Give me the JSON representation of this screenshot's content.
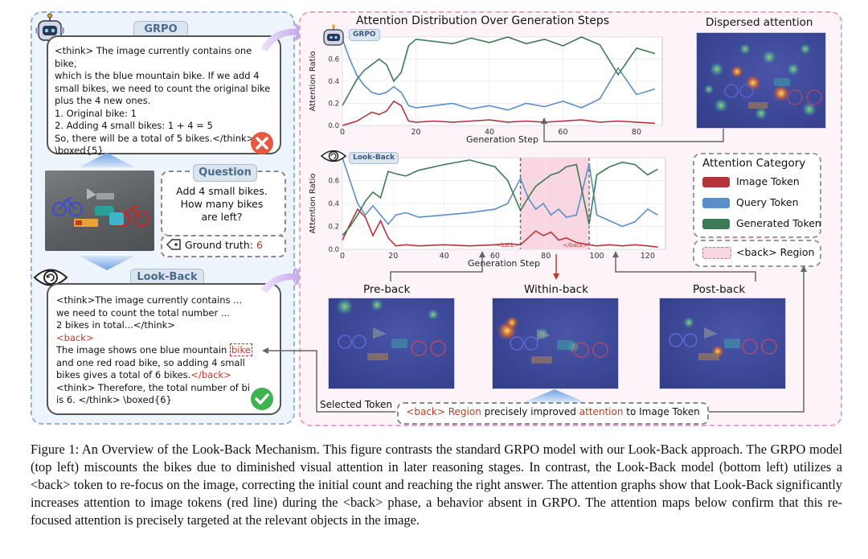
{
  "grpo_panel": {
    "title": "GRPO",
    "reasoning": "<think> The image currently contains one bike,\nwhich is the blue mountain bike. If we add 4\nsmall bikes, we need to count the original bike\nplus the 4 new ones.\n1. Original bike: 1\n2. Adding 4 small bikes: 1 + 4 = 5\nSo, there will be a total of 5 bikes.</think>\n\\boxed{5}"
  },
  "question_panel": {
    "title": "Question",
    "text": "Add 4 small bikes.\nHow many bikes\nare left?",
    "ground_truth_label": "Ground truth:",
    "ground_truth_value": "6"
  },
  "lookback_panel": {
    "title": "Look-Back",
    "line1": "<think>The image currently contains ...\nwe need to count the total number ...\n2 bikes in total...</think>",
    "back_open": "<back>",
    "line2a": "The image shows one blue mountain ",
    "selected_word": "bike",
    "line2b": "and one red road bike, so adding 4 small\nbikes gives a total of 6 bikes.",
    "back_close": "</back>",
    "line3": "<think> Therefore, the total number of bi\nis 6. </think> \\boxed{6}"
  },
  "chart_header": {
    "title": "Attention Distribution Over Generation Steps",
    "dispersed_label": "Dispersed attention"
  },
  "legend": {
    "title": "Attention Category",
    "items": [
      {
        "label": "Image Token",
        "color": "#b5343c"
      },
      {
        "label": "Query Token",
        "color": "#5b8fc9"
      },
      {
        "label": "Generated Token",
        "color": "#3d7a55"
      }
    ],
    "region_label": "<back> Region",
    "region_color": "#f9d6e1"
  },
  "heatmaps": {
    "pre": "Pre-back",
    "within": "Within-back",
    "post": "Post-back"
  },
  "annotations": {
    "selected_token": "Selected Token",
    "conclusion_part1": "<back> Region",
    "conclusion_part2": " precisely improved ",
    "conclusion_part3": "attention",
    "conclusion_part4": " to Image Token"
  },
  "chart_data": [
    {
      "type": "line",
      "badge": "GRPO",
      "xlabel": "Generation Step",
      "ylabel": "Attention Ratio",
      "xlim": [
        0,
        87
      ],
      "ylim": [
        0,
        0.8
      ],
      "xticks": [
        0,
        20,
        40,
        60,
        80
      ],
      "yticks": [
        0.0,
        0.2,
        0.4,
        0.6,
        0.8
      ],
      "series": [
        {
          "name": "Image Token",
          "color": "#b5343c",
          "x": [
            0,
            2,
            4,
            6,
            8,
            10,
            12,
            14,
            16,
            18,
            20,
            25,
            30,
            35,
            40,
            45,
            50,
            55,
            60,
            65,
            70,
            75,
            80,
            85
          ],
          "y": [
            0.0,
            0.02,
            0.04,
            0.08,
            0.12,
            0.1,
            0.13,
            0.22,
            0.18,
            0.04,
            0.03,
            0.04,
            0.03,
            0.04,
            0.05,
            0.03,
            0.04,
            0.03,
            0.04,
            0.05,
            0.03,
            0.04,
            0.03,
            0.02
          ]
        },
        {
          "name": "Query Token",
          "color": "#5b8fc9",
          "x": [
            0,
            2,
            4,
            6,
            8,
            10,
            12,
            14,
            16,
            18,
            20,
            25,
            30,
            35,
            40,
            45,
            50,
            55,
            60,
            65,
            70,
            75,
            80,
            85
          ],
          "y": [
            0.78,
            0.6,
            0.45,
            0.36,
            0.3,
            0.28,
            0.3,
            0.35,
            0.3,
            0.18,
            0.16,
            0.18,
            0.2,
            0.15,
            0.18,
            0.14,
            0.2,
            0.17,
            0.22,
            0.16,
            0.24,
            0.52,
            0.28,
            0.33
          ]
        },
        {
          "name": "Generated Token",
          "color": "#3d7a55",
          "x": [
            0,
            2,
            4,
            6,
            8,
            10,
            12,
            14,
            16,
            18,
            20,
            25,
            30,
            35,
            40,
            45,
            50,
            55,
            60,
            65,
            70,
            75,
            80,
            85
          ],
          "y": [
            0.18,
            0.3,
            0.42,
            0.5,
            0.55,
            0.6,
            0.55,
            0.4,
            0.48,
            0.72,
            0.78,
            0.76,
            0.74,
            0.79,
            0.75,
            0.8,
            0.74,
            0.78,
            0.72,
            0.8,
            0.73,
            0.46,
            0.7,
            0.65
          ]
        }
      ]
    },
    {
      "type": "line",
      "badge": "Look-Back",
      "xlabel": "Generation Step",
      "ylabel": "Attention Ratio",
      "xlim": [
        0,
        127
      ],
      "ylim": [
        0,
        0.8
      ],
      "xticks": [
        0,
        20,
        40,
        60,
        80,
        100,
        120
      ],
      "yticks": [
        0.0,
        0.2,
        0.4,
        0.6,
        0.8
      ],
      "back_region": [
        70,
        97
      ],
      "back_open_label": "<back>",
      "back_close_label": "</back>",
      "series": [
        {
          "name": "Image Token",
          "color": "#b5343c",
          "x": [
            0,
            3,
            6,
            9,
            12,
            15,
            18,
            21,
            25,
            30,
            40,
            50,
            60,
            65,
            70,
            73,
            76,
            79,
            82,
            85,
            88,
            92,
            97,
            100,
            105,
            110,
            115,
            120,
            124
          ],
          "y": [
            0.08,
            0.22,
            0.35,
            0.28,
            0.12,
            0.25,
            0.1,
            0.03,
            0.04,
            0.03,
            0.04,
            0.03,
            0.04,
            0.05,
            0.04,
            0.1,
            0.16,
            0.12,
            0.15,
            0.08,
            0.1,
            0.06,
            0.04,
            0.03,
            0.04,
            0.03,
            0.04,
            0.03,
            0.02
          ]
        },
        {
          "name": "Query Token",
          "color": "#5b8fc9",
          "x": [
            0,
            3,
            6,
            9,
            12,
            15,
            18,
            21,
            25,
            30,
            40,
            50,
            60,
            65,
            70,
            73,
            76,
            79,
            82,
            85,
            88,
            92,
            97,
            100,
            105,
            110,
            115,
            120,
            124
          ],
          "y": [
            0.8,
            0.6,
            0.4,
            0.3,
            0.38,
            0.3,
            0.22,
            0.3,
            0.32,
            0.28,
            0.3,
            0.32,
            0.35,
            0.4,
            0.62,
            0.45,
            0.35,
            0.4,
            0.3,
            0.35,
            0.28,
            0.3,
            0.75,
            0.3,
            0.25,
            0.2,
            0.24,
            0.35,
            0.3
          ]
        },
        {
          "name": "Generated Token",
          "color": "#3d7a55",
          "x": [
            0,
            3,
            6,
            9,
            12,
            15,
            18,
            21,
            25,
            30,
            40,
            50,
            60,
            65,
            70,
            73,
            76,
            79,
            82,
            85,
            88,
            92,
            97,
            100,
            105,
            110,
            115,
            120,
            124
          ],
          "y": [
            0.12,
            0.2,
            0.3,
            0.42,
            0.5,
            0.45,
            0.68,
            0.66,
            0.64,
            0.69,
            0.74,
            0.78,
            0.72,
            0.6,
            0.34,
            0.45,
            0.55,
            0.6,
            0.65,
            0.67,
            0.72,
            0.74,
            0.22,
            0.65,
            0.72,
            0.76,
            0.74,
            0.65,
            0.7
          ]
        }
      ]
    }
  ]
}
